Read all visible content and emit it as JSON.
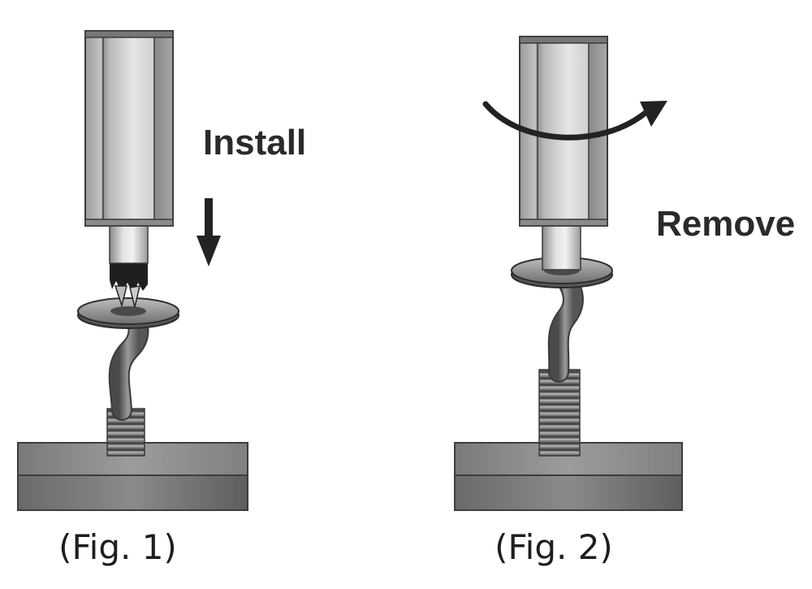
{
  "figures": [
    {
      "caption": "(Fig. 1)",
      "action_label": "Install"
    },
    {
      "caption": "(Fig. 2)",
      "action_label": "Remove"
    }
  ],
  "colors": {
    "background": "#ffffff",
    "text": "#2a2a2a",
    "metal_dark": "#5a5a5a",
    "metal_light": "#d8d8d8",
    "arrow": "#222222"
  },
  "icons": {
    "install_arrow": "arrow-down-icon",
    "remove_arrow": "rotate-arrow-icon"
  }
}
